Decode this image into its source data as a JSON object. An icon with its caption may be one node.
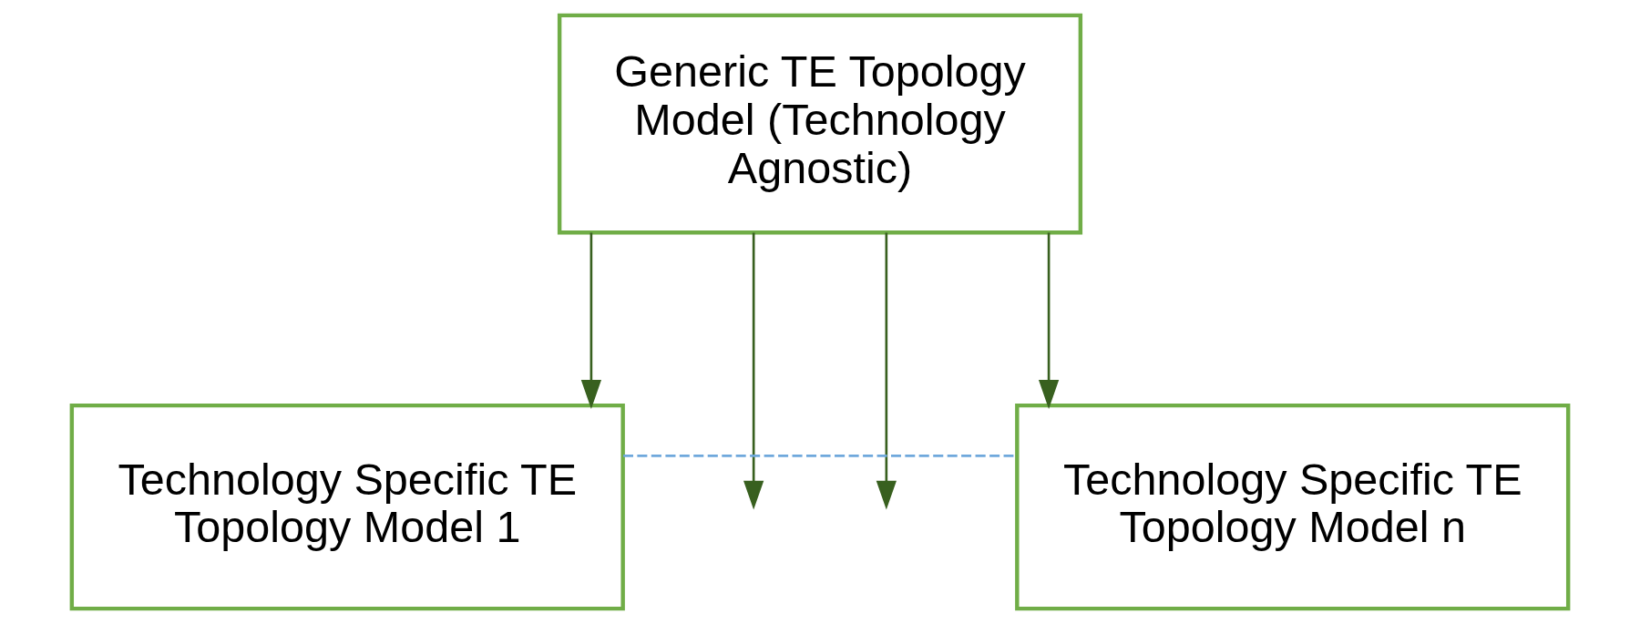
{
  "diagram": {
    "nodes": [
      {
        "text": [
          "Generic TE Topology Model (Technology Agnostic)"
        ]
      },
      {
        "text": [
          "Technology Specific TE Topology Model 1"
        ]
      },
      {
        "text": [
          "Technology Specific TE Topology Model n"
        ]
      }
    ],
    "edges": [
      {
        "from": 0,
        "to": 1,
        "arrow": "to"
      },
      {
        "from": 0,
        "to": null,
        "arrow": "to"
      },
      {
        "from": 0,
        "to": null,
        "arrow": "to"
      },
      {
        "from": 0,
        "to": 2,
        "arrow": "to"
      },
      {
        "from": 1,
        "to": 2,
        "arrow": "none",
        "style": "dashed",
        "color": "#6fa8dc"
      }
    ]
  }
}
